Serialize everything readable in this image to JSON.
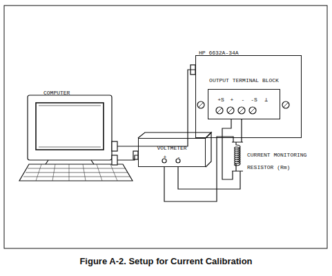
{
  "diagram": {
    "caption": "Figure A-2. Setup for Current Calibration",
    "nodes": [
      {
        "text": [
          "COMPUTER"
        ]
      },
      {
        "text": [
          "HP 6632A-34A"
        ]
      },
      {
        "text": [
          "OUTPUT TERMINAL BLOCK"
        ],
        "in": 1
      },
      {
        "text": [
          "VOLTMETER"
        ]
      },
      {
        "text": [
          "CURRENT MONITORING RESISTOR (Rm)"
        ]
      }
    ],
    "edges": [
      {
        "from": 0,
        "to": 1,
        "arrow": "none"
      },
      {
        "from": 0,
        "to": 3,
        "arrow": "none"
      },
      {
        "from": 2,
        "to": 4,
        "arrow": "none"
      },
      {
        "from": 2,
        "to": 4,
        "arrow": "none"
      },
      {
        "from": 3,
        "to": 4,
        "arrow": "none"
      },
      {
        "from": 3,
        "to": 4,
        "arrow": "none"
      }
    ],
    "labels": [
      "+S",
      "+",
      "-",
      "-S",
      "⊥",
      "+",
      "-"
    ]
  }
}
